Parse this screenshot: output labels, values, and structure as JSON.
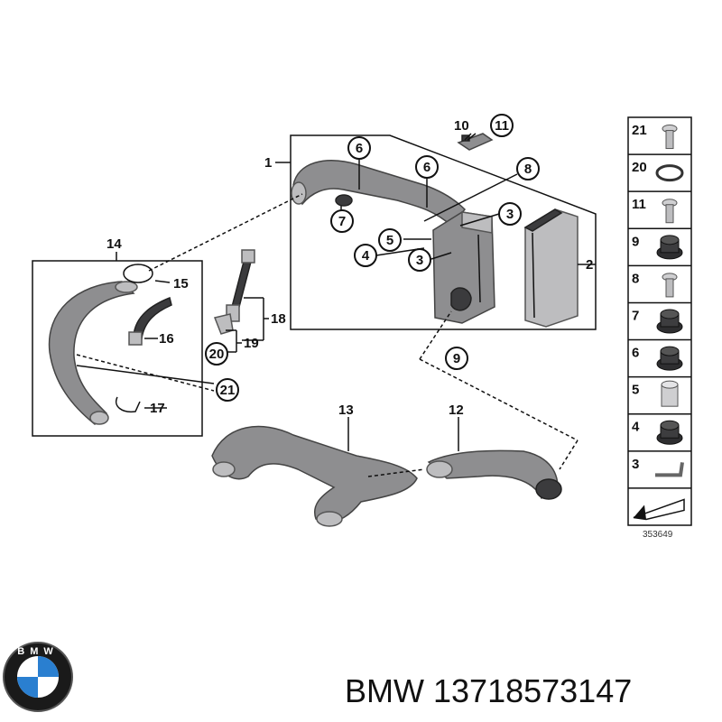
{
  "diagram": {
    "part_labels": {
      "p1": "1",
      "p2": "2",
      "p3a": "3",
      "p3b": "3",
      "p4": "4",
      "p5": "5",
      "p6a": "6",
      "p6b": "6",
      "p7": "7",
      "p8": "8",
      "p9": "9",
      "p10": "10",
      "p11": "11",
      "p12": "12",
      "p13": "13",
      "p14": "14",
      "p15": "15",
      "p16": "16",
      "p17": "17",
      "p18": "18",
      "p19": "19",
      "p20": "20",
      "p21": "21"
    },
    "legend": [
      {
        "num": "21",
        "icon": "screw-icon"
      },
      {
        "num": "20",
        "icon": "o-ring-icon"
      },
      {
        "num": "11",
        "icon": "screw-icon"
      },
      {
        "num": "9",
        "icon": "rubber-grommet-icon"
      },
      {
        "num": "8",
        "icon": "bolt-icon"
      },
      {
        "num": "7",
        "icon": "rubber-grommet-icon"
      },
      {
        "num": "6",
        "icon": "rubber-grommet-icon"
      },
      {
        "num": "5",
        "icon": "sleeve-icon"
      },
      {
        "num": "4",
        "icon": "rubber-grommet-icon"
      },
      {
        "num": "3",
        "icon": "clip-icon"
      },
      {
        "num": "",
        "icon": "arrow-icon"
      }
    ],
    "image_number": "353649"
  },
  "brand": {
    "logo_text": "BMW",
    "caption_brand": "BMW",
    "caption_part_number": "13718573147"
  },
  "colors": {
    "part_gray": "#8e8e90",
    "part_dark": "#3b3b3d",
    "line": "#111111",
    "background": "#ffffff"
  }
}
